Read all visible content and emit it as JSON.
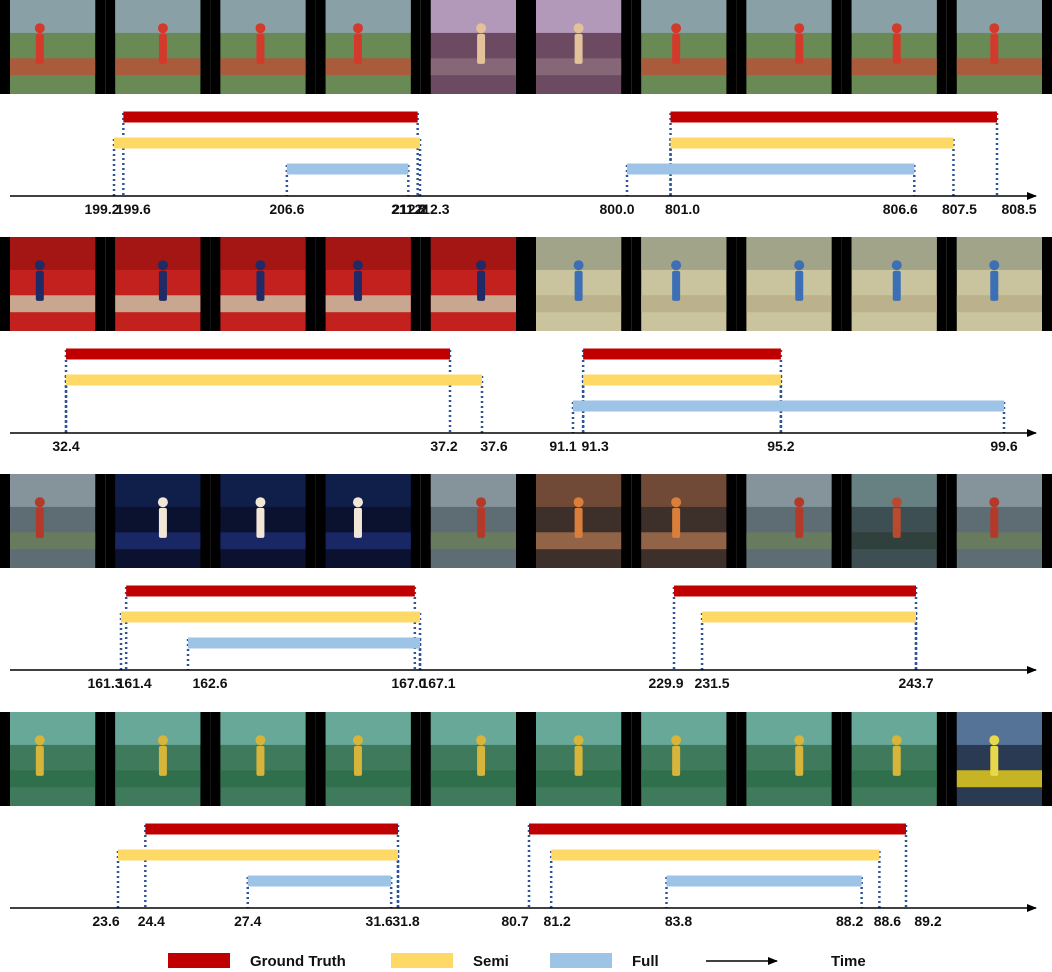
{
  "colors": {
    "ground_truth": "#c00000",
    "semi": "#ffd966",
    "full": "#9dc3e6",
    "guide": "#2f5597",
    "axis": "#000000"
  },
  "legend": {
    "ground_truth": "Ground Truth",
    "semi": "Semi",
    "full": "Full",
    "time": "Time"
  },
  "rows": [
    {
      "frame_themes": [
        "long-jump",
        "long-jump",
        "long-jump",
        "long-jump",
        "broadcast-closeup",
        "broadcast-closeup",
        "long-jump",
        "long-jump",
        "long-jump",
        "long-jump"
      ],
      "segments": [
        {
          "ground_truth": [
            199.6,
            212.2
          ],
          "semi": [
            199.2,
            212.3
          ],
          "full": [
            206.6,
            211.8
          ]
        },
        {
          "ground_truth": [
            801.0,
            808.5
          ],
          "semi": [
            801.0,
            807.5
          ],
          "full": [
            800.0,
            806.6
          ]
        }
      ],
      "labels": [
        "199.2",
        "199.6",
        "206.6",
        "211.8",
        "212.2",
        "212.3",
        "800.0",
        "801.0",
        "806.6",
        "807.5",
        "808.5"
      ]
    },
    {
      "frame_themes": [
        "hammer-indoor",
        "hammer-indoor",
        "hammer-indoor",
        "hammer-indoor",
        "hammer-indoor",
        "discus-outdoor",
        "discus-outdoor",
        "discus-outdoor",
        "discus-outdoor",
        "discus-outdoor"
      ],
      "segments": [
        {
          "ground_truth": [
            32.4,
            37.2
          ],
          "semi": [
            32.4,
            37.6
          ],
          "full": null
        },
        {
          "ground_truth": [
            91.3,
            95.2
          ],
          "semi": [
            91.3,
            95.2
          ],
          "full": [
            91.1,
            99.6
          ]
        }
      ],
      "labels": [
        "32.4",
        "37.2",
        "37.6",
        "91.1",
        "91.3",
        "95.2",
        "99.6"
      ]
    },
    {
      "frame_themes": [
        "pole-vault-stadium",
        "pole-vault-night",
        "pole-vault-night",
        "pole-vault-night",
        "pole-vault-stadium",
        "pole-vault-crowd",
        "pole-vault-crowd",
        "pole-vault-stadium",
        "pole-vault-sky",
        "pole-vault-stadium"
      ],
      "segments": [
        {
          "ground_truth": [
            161.4,
            167.0
          ],
          "semi": [
            161.3,
            167.1
          ],
          "full": [
            162.6,
            167.1
          ]
        },
        {
          "ground_truth": [
            229.9,
            243.7
          ],
          "semi": [
            231.5,
            243.7
          ],
          "full": null
        }
      ],
      "labels": [
        "161.3",
        "161.4",
        "162.6",
        "167.0",
        "167.1",
        "229.9",
        "231.5",
        "243.7"
      ]
    },
    {
      "frame_themes": [
        "discus-cage",
        "discus-cage",
        "discus-cage",
        "discus-cage",
        "discus-cage",
        "discus-cage",
        "discus-cage",
        "discus-cage",
        "discus-cage",
        "scoreboard"
      ],
      "segments": [
        {
          "ground_truth": [
            24.4,
            31.8
          ],
          "semi": [
            23.6,
            31.8
          ],
          "full": [
            27.4,
            31.6
          ]
        },
        {
          "ground_truth": [
            80.7,
            89.2
          ],
          "semi": [
            81.2,
            88.6
          ],
          "full": [
            83.8,
            88.2
          ]
        }
      ],
      "labels": [
        "23.6",
        "24.4",
        "27.4",
        "31.6",
        "31.8",
        "80.7",
        "81.2",
        "83.8",
        "88.2",
        "88.6",
        "89.2"
      ]
    }
  ]
}
